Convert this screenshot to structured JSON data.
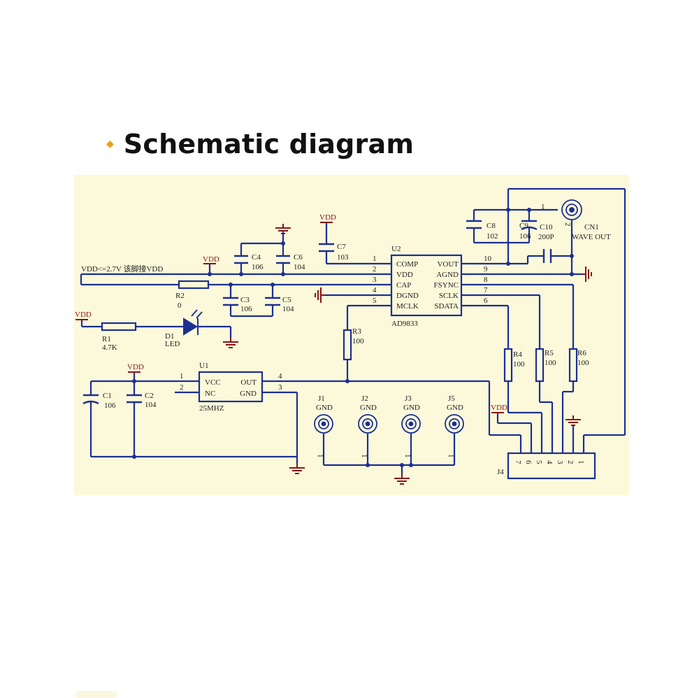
{
  "header": {
    "bullet": "◆",
    "title": "Schematic diagram"
  },
  "colors": {
    "panel_bg": "#fbf9da",
    "wire": "#1c2f93",
    "text": "#222222",
    "accent": "#e6a21c",
    "ground": "#8a1515"
  },
  "labels": {
    "vdd_note": "VDD<=2.7V 该脚接VDD",
    "vdd": "VDD",
    "u2": {
      "ref": "U2",
      "part": "AD9833",
      "left_pins": [
        {
          "num": "1",
          "name": "COMP"
        },
        {
          "num": "2",
          "name": "VDD"
        },
        {
          "num": "3",
          "name": "CAP"
        },
        {
          "num": "4",
          "name": "DGND"
        },
        {
          "num": "5",
          "name": "MCLK"
        }
      ],
      "right_pins": [
        {
          "num": "10",
          "name": "VOUT"
        },
        {
          "num": "9",
          "name": "AGND"
        },
        {
          "num": "8",
          "name": "FSYNC"
        },
        {
          "num": "7",
          "name": "SCLK"
        },
        {
          "num": "6",
          "name": "SDATA"
        }
      ]
    },
    "u1": {
      "ref": "U1",
      "part": "25MHZ",
      "left_pins": [
        {
          "num": "1",
          "name": "VCC"
        },
        {
          "num": "2",
          "name": "NC"
        }
      ],
      "right_pins": [
        {
          "num": "4",
          "name": "OUT"
        },
        {
          "num": "3",
          "name": "GND"
        }
      ]
    },
    "c4": {
      "ref": "C4",
      "val": "106"
    },
    "c6": {
      "ref": "C6",
      "val": "104"
    },
    "c3": {
      "ref": "C3",
      "val": "106"
    },
    "c5": {
      "ref": "C5",
      "val": "104"
    },
    "c7": {
      "ref": "C7",
      "val": "103"
    },
    "c8": {
      "ref": "C8",
      "val": "102"
    },
    "c9": {
      "ref": "C9",
      "val": "106"
    },
    "c10": {
      "ref": "C10",
      "val": "200P"
    },
    "c1": {
      "ref": "C1",
      "val": "106"
    },
    "c2": {
      "ref": "C2",
      "val": "104"
    },
    "r1": {
      "ref": "R1",
      "val": "4.7K"
    },
    "r2": {
      "ref": "R2",
      "val": "0"
    },
    "r3": {
      "ref": "R3",
      "val": "100"
    },
    "r4": {
      "ref": "R4",
      "val": "100"
    },
    "r5": {
      "ref": "R5",
      "val": "100"
    },
    "r6": {
      "ref": "R6",
      "val": "100"
    },
    "d1": {
      "ref": "D1",
      "val": "LED"
    },
    "cn1": {
      "ref": "CN1",
      "val": "WAVE OUT",
      "pin1": "1",
      "pin2": "2"
    },
    "jumpers": [
      {
        "ref": "J1",
        "val": "GND",
        "pin": "1"
      },
      {
        "ref": "J2",
        "val": "GND",
        "pin": "1"
      },
      {
        "ref": "J3",
        "val": "GND",
        "pin": "1"
      },
      {
        "ref": "J5",
        "val": "GND",
        "pin": "1"
      }
    ],
    "j4": {
      "ref": "J4",
      "pins": [
        "7",
        "6",
        "5",
        "4",
        "3",
        "2",
        "1"
      ]
    }
  }
}
